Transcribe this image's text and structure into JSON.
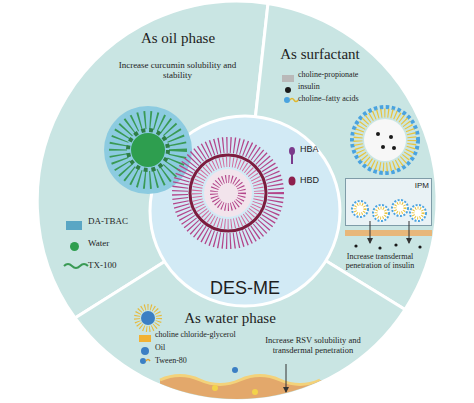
{
  "diagram": {
    "nodes": [
      {
        "text": [
          "As oil phase",
          "Increase curcumin solubility and stability"
        ]
      },
      {
        "text": [
          "As surfactant",
          "Increase transdermal penetration of insulin"
        ]
      },
      {
        "text": [
          "IPM"
        ],
        "in": 1
      },
      {
        "text": [
          "DES-ME"
        ]
      },
      {
        "text": [
          "As water phase",
          "Increase RSV solubility and transdermal penetration"
        ]
      }
    ],
    "legend": [
      {
        "text": "DA-TBAC",
        "color": "#5aa6c4"
      },
      {
        "text": "Water",
        "color": "#2e9e4f"
      },
      {
        "text": "TX-100"
      },
      {
        "text": "HBA"
      },
      {
        "text": "HBD"
      },
      {
        "text": "choline-propionate",
        "color": "#b9b9b9"
      },
      {
        "text": "insulin",
        "color": "#1a1a1a"
      },
      {
        "text": "choline–fatty acids"
      },
      {
        "text": "choline chloride-glycerol",
        "color": "#f2b233"
      },
      {
        "text": "Oil",
        "color": "#3b7fc4"
      },
      {
        "text": "Tween-80"
      }
    ]
  }
}
